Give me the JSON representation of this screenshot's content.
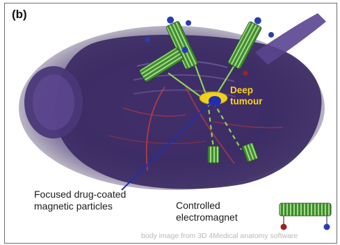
{
  "panel_label": "(b)",
  "labels": {
    "deep_tumour": "Deep tumour",
    "particles": "Focused drug-coated magnetic particles",
    "electromagnet": "Controlled electromagnet",
    "credit": "body image from 3D 4Medical anatomy software"
  },
  "colors": {
    "coil": "#4a9a3a",
    "core": "#9a9a9a",
    "blue_terminal": "#2a3db0",
    "red_terminal": "#a0231e",
    "tumour": "#f0d21c",
    "particles": "#1f2fb5",
    "field_line": "#8fd35a",
    "body_glow": "#6a4c9c",
    "background_body": "#2a1f45"
  }
}
